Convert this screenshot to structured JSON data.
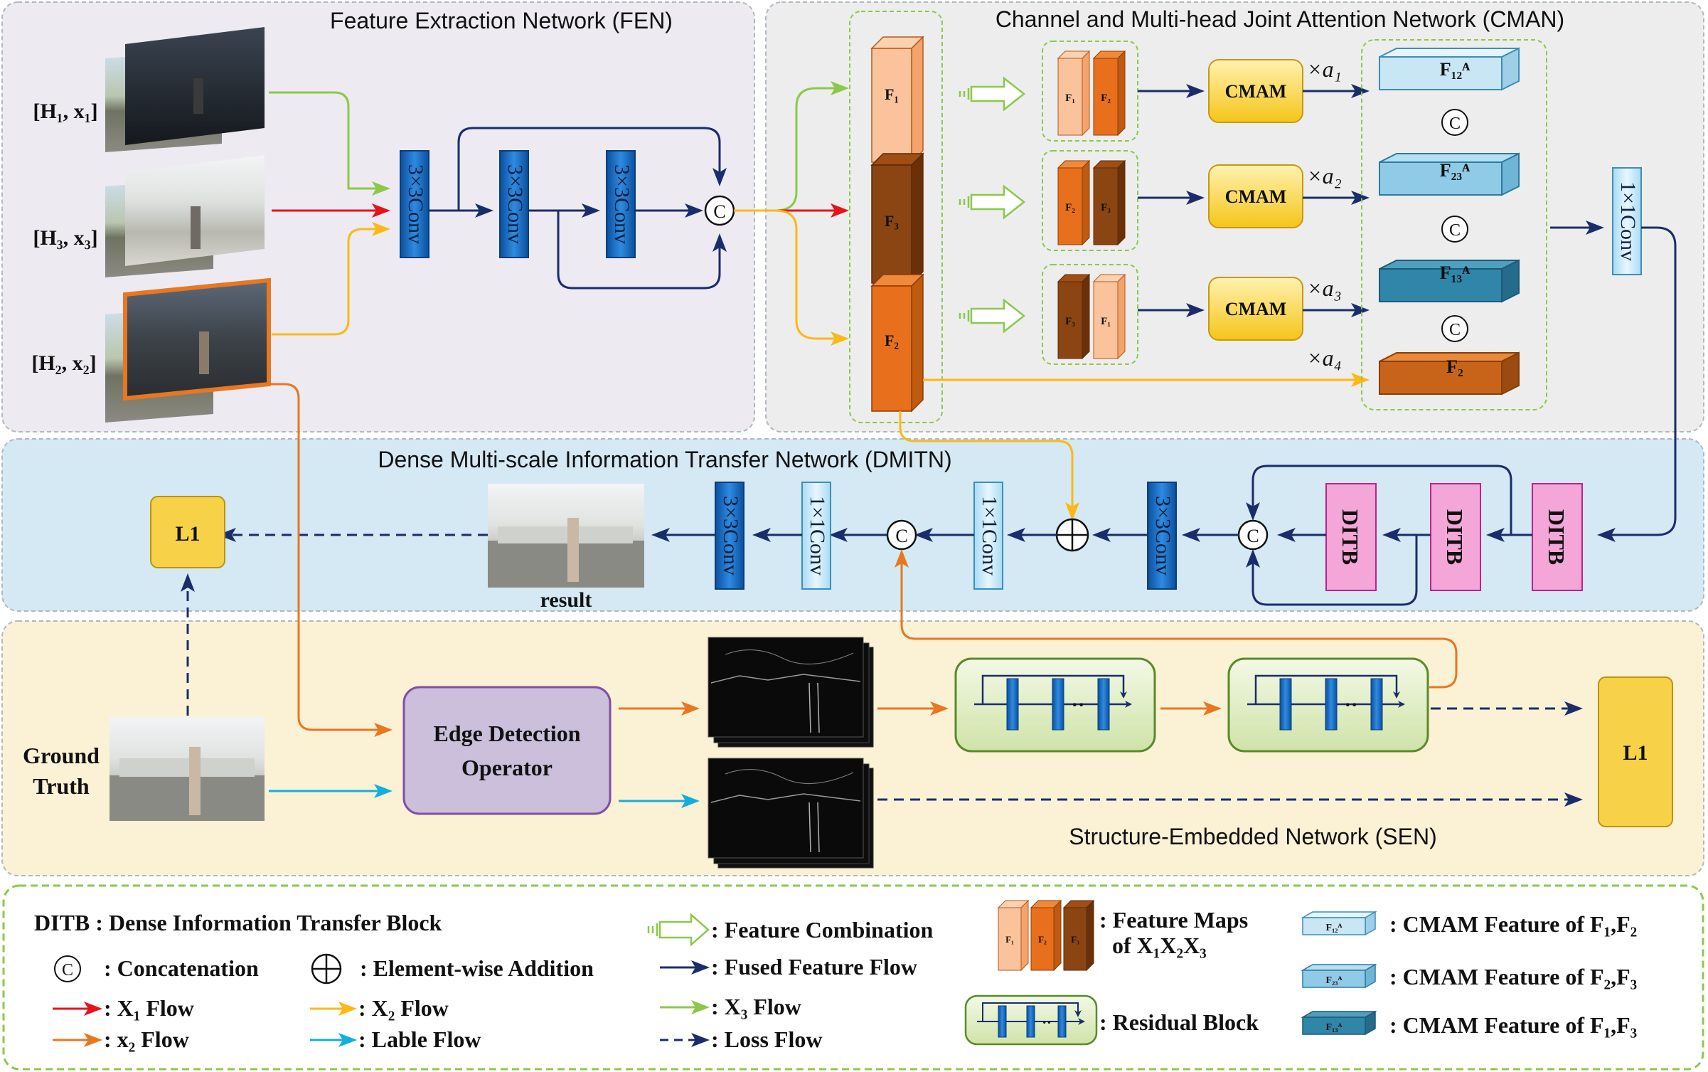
{
  "sections": {
    "fen": "Feature Extraction Network (FEN)",
    "cman": "Channel and Multi-head Joint Attention Network (CMAN)",
    "dmitn": "Dense Multi-scale Information Transfer Network (DMITN)",
    "sen": "Structure-Embedded Network (SEN)"
  },
  "inputs": [
    "[H₁, x₁]",
    "[H₃, x₃]",
    "[H₂, x₂]"
  ],
  "blocks": {
    "conv3": "3×3Conv",
    "conv1": "1×1Conv",
    "cmam": "CMAM",
    "ditb": "DITB",
    "l1": "L1",
    "edge_line1": "Edge Detection",
    "edge_line2": "Operator",
    "result": "result",
    "gt_line1": "Ground",
    "gt_line2": "Truth",
    "concat": "C",
    "dots": "··"
  },
  "features": {
    "F1": "F₁",
    "F2": "F₂",
    "F3": "F₃",
    "F12": "F₁₂ᴬ",
    "F23": "F₂₃ᴬ",
    "F13": "F₁₃ᴬ"
  },
  "weights": [
    "×a₁",
    "×a₂",
    "×a₃",
    "×a₄"
  ],
  "legend": {
    "ditb": "DITB : Dense Information Transfer Block",
    "concat": ": Concatenation",
    "add": ": Element-wise Addition",
    "x1": ": X₁ Flow",
    "x2": ": X₂ Flow",
    "x2_lower": ":  x₂ Flow",
    "label": ": Lable  Flow",
    "combo": ": Feature Combination",
    "fused": ": Fused Feature Flow",
    "x3": ": X₃ Flow",
    "loss": ": Loss Flow",
    "fmaps1": ": Feature Maps",
    "fmaps2": "of X₁X₂X₃",
    "resblock": ": Residual Block",
    "cm12": ": CMAM Feature of F₁,F₂",
    "cm23": ": CMAM Feature of F₂,F₃",
    "cm13": ": CMAM Feature of F₁,F₃"
  },
  "colors": {
    "red": "#e8121c",
    "yellow": "#fbb817",
    "green": "#8cc84b",
    "orange": "#e87722",
    "cyan": "#13aee0",
    "navy": "#1a2d6b"
  }
}
